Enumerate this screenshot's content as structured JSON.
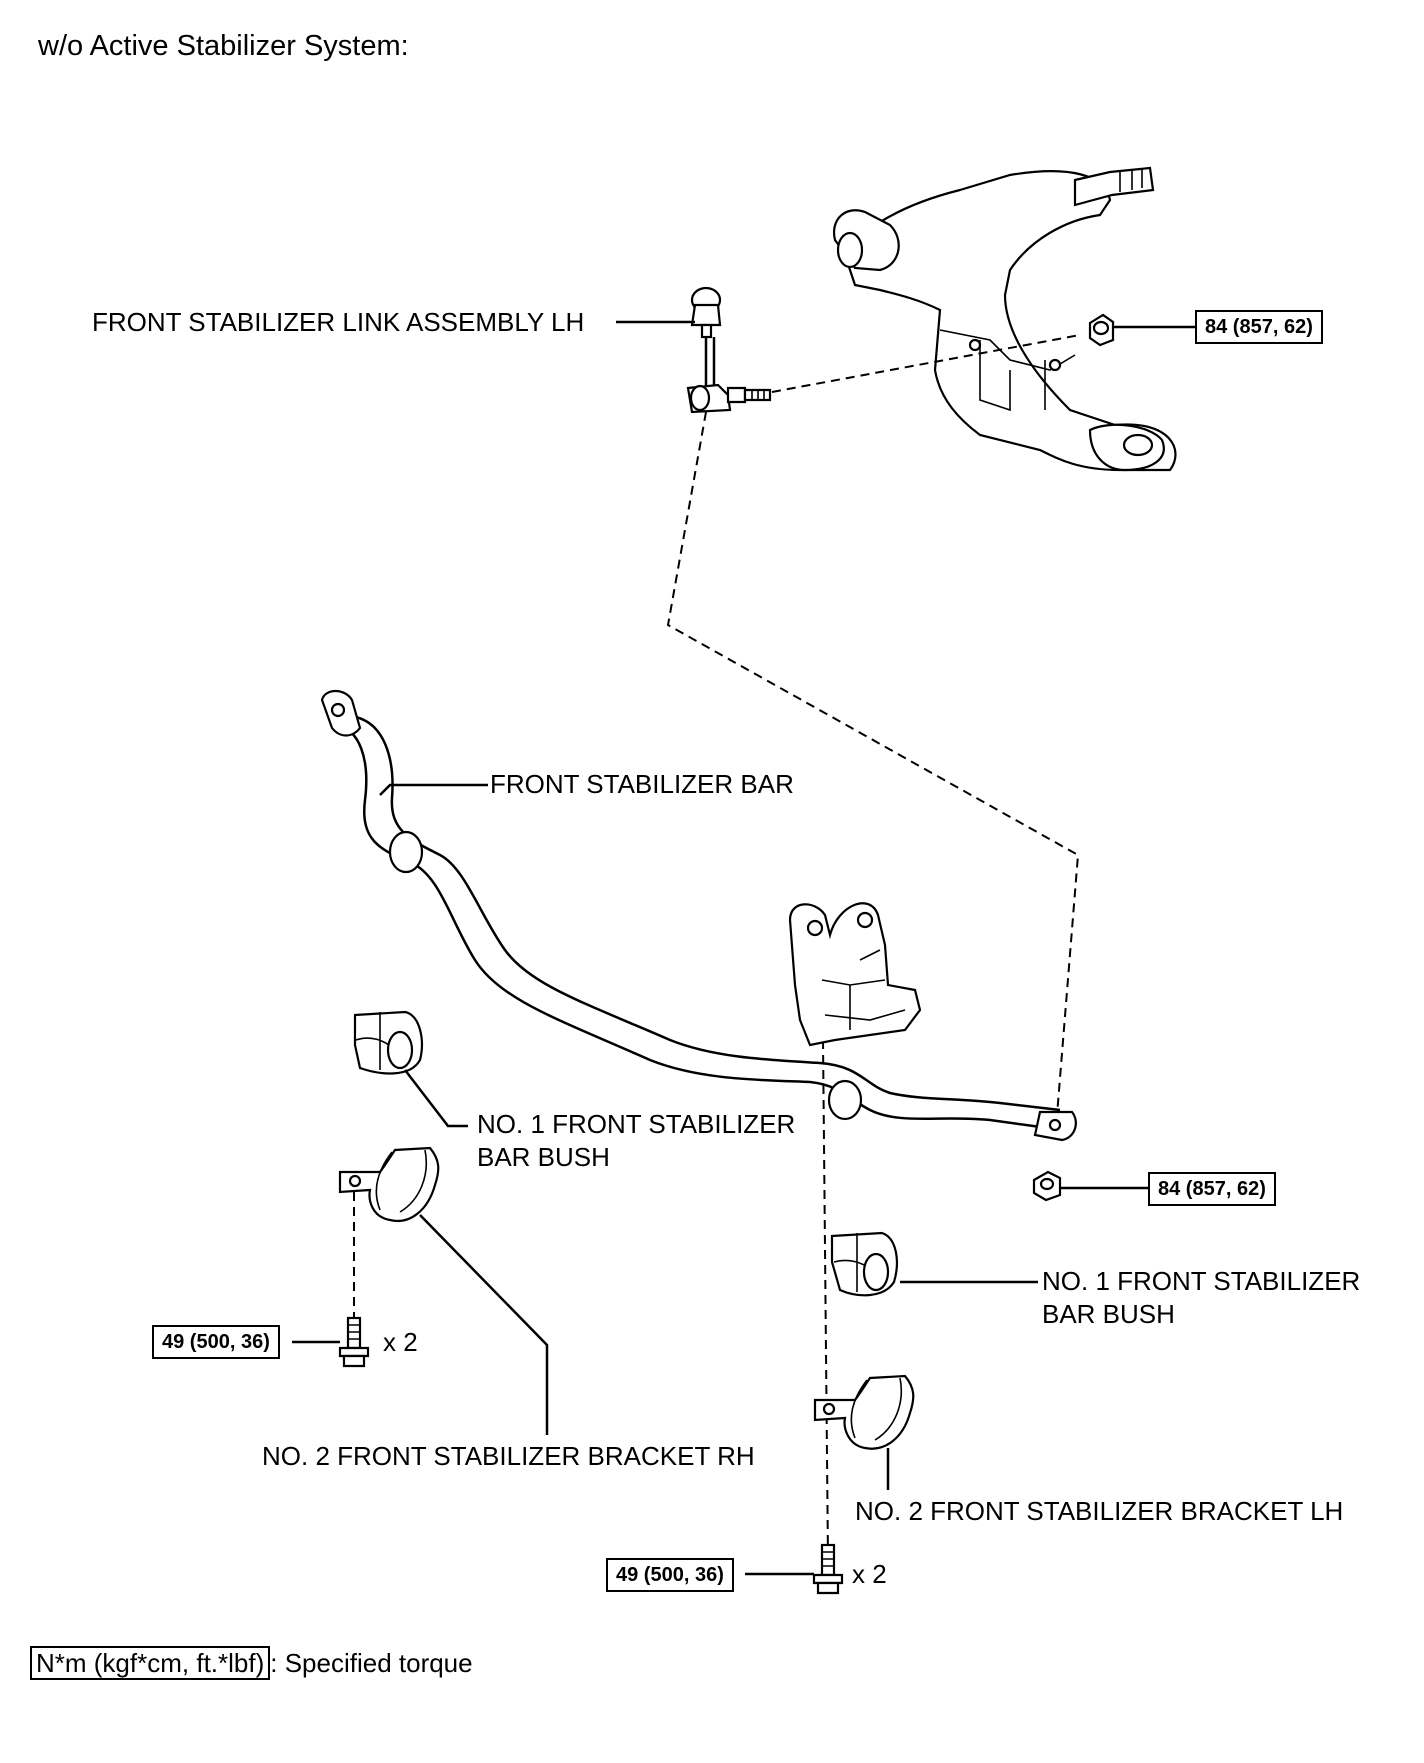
{
  "title": "w/o Active Stabilizer System:",
  "labels": {
    "link_lh": "FRONT STABILIZER LINK ASSEMBLY LH",
    "bar": "FRONT STABILIZER BAR",
    "bush_rh_1": "NO. 1 FRONT STABILIZER",
    "bush_rh_2": "BAR BUSH",
    "bush_lh_1": "NO. 1 FRONT STABILIZER",
    "bush_lh_2": "BAR BUSH",
    "bracket_rh": "NO. 2 FRONT STABILIZER BRACKET RH",
    "bracket_lh": "NO. 2 FRONT STABILIZER BRACKET LH",
    "qty_rh": "x 2",
    "qty_lh": "x 2"
  },
  "torques": {
    "arm_nut": "84 (857, 62)",
    "bar_nut": "84 (857, 62)",
    "bolt_rh": "49 (500, 36)",
    "bolt_lh": "49 (500, 36)"
  },
  "legend": {
    "unit_box": "N*m (kgf*cm, ft.*lbf)",
    "description": ": Specified torque"
  }
}
